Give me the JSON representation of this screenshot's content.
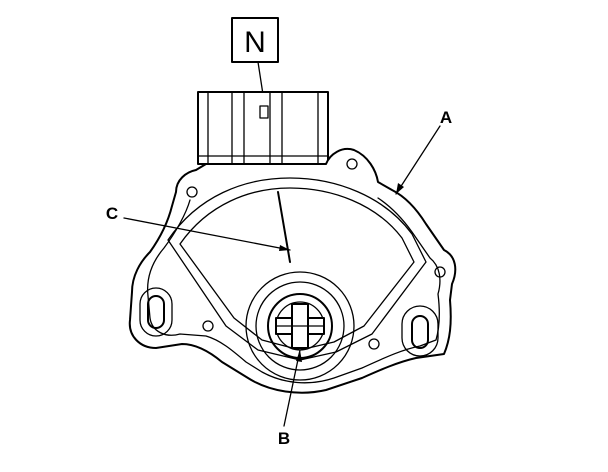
{
  "labels": {
    "position_box": "N",
    "a": "A",
    "b": "B",
    "c": "C"
  }
}
